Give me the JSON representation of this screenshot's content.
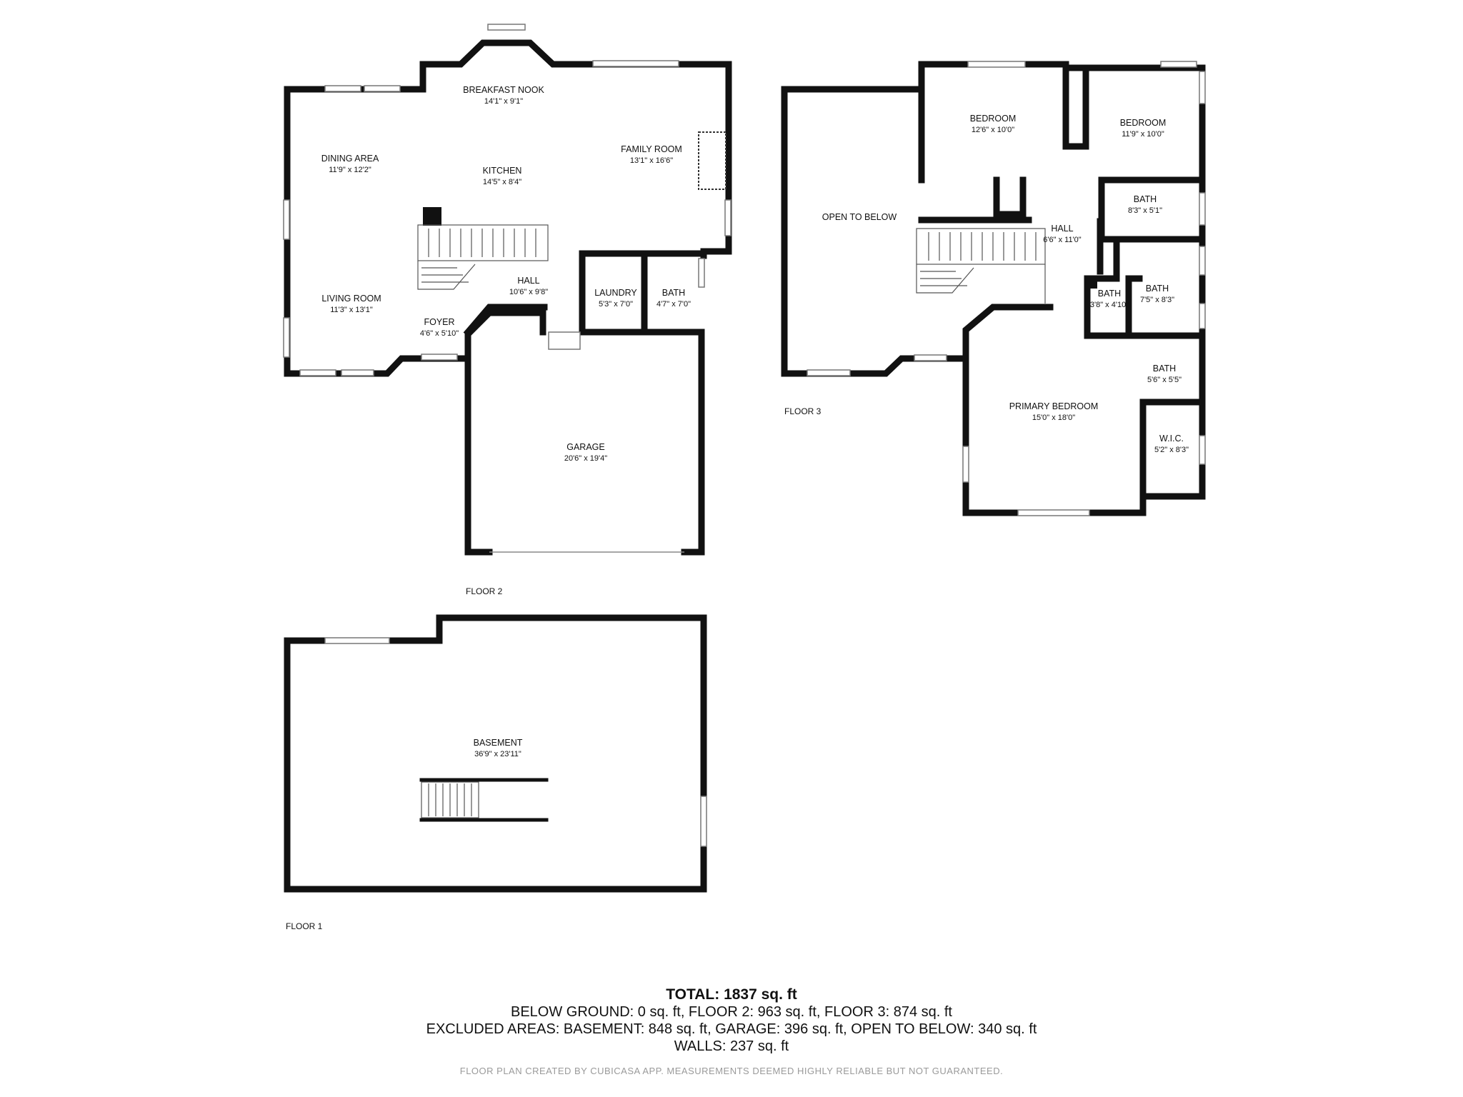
{
  "floors": [
    {
      "label": "FLOOR 2",
      "rooms": [
        {
          "name": "BREAKFAST NOOK",
          "dims": "14'1\" x 9'1\""
        },
        {
          "name": "DINING AREA",
          "dims": "11'9\" x 12'2\""
        },
        {
          "name": "KITCHEN",
          "dims": "14'5\" x 8'4\""
        },
        {
          "name": "FAMILY ROOM",
          "dims": "13'1\" x 16'6\""
        },
        {
          "name": "HALL",
          "dims": "10'6\" x 9'8\""
        },
        {
          "name": "LIVING ROOM",
          "dims": "11'3\" x 13'1\""
        },
        {
          "name": "FOYER",
          "dims": "4'6\" x 5'10\""
        },
        {
          "name": "LAUNDRY",
          "dims": "5'3\" x 7'0\""
        },
        {
          "name": "BATH",
          "dims": "4'7\" x 7'0\""
        },
        {
          "name": "GARAGE",
          "dims": "20'6\" x 19'4\""
        }
      ]
    },
    {
      "label": "FLOOR 3",
      "rooms": [
        {
          "name": "OPEN TO BELOW",
          "dims": ""
        },
        {
          "name": "BEDROOM",
          "dims": "12'6\" x 10'0\""
        },
        {
          "name": "BEDROOM",
          "dims": "11'9\" x 10'0\""
        },
        {
          "name": "BATH",
          "dims": "8'3\" x 5'1\""
        },
        {
          "name": "HALL",
          "dims": "6'6\" x 11'0\""
        },
        {
          "name": "BATH",
          "dims": "7'5\" x 8'3\""
        },
        {
          "name": "BATH",
          "dims": "3'8\" x 4'10\""
        },
        {
          "name": "BATH",
          "dims": "5'6\" x 5'5\""
        },
        {
          "name": "PRIMARY BEDROOM",
          "dims": "15'0\" x 18'0\""
        },
        {
          "name": "W.I.C.",
          "dims": "5'2\" x 8'3\""
        }
      ]
    },
    {
      "label": "FLOOR 1",
      "rooms": [
        {
          "name": "BASEMENT",
          "dims": "36'9\" x 23'11\""
        }
      ]
    }
  ],
  "summary": {
    "total": "TOTAL: 1837 sq. ft",
    "line1": "BELOW GROUND: 0 sq. ft, FLOOR 2: 963 sq. ft, FLOOR 3: 874 sq. ft",
    "line2": "EXCLUDED AREAS: BASEMENT: 848 sq. ft, GARAGE: 396 sq. ft, OPEN TO BELOW: 340 sq. ft",
    "line3": "WALLS: 237 sq. ft",
    "footer": "FLOOR PLAN CREATED BY CUBICASA APP. MEASUREMENTS DEEMED HIGHLY RELIABLE BUT NOT GUARANTEED."
  },
  "colors": {
    "wall": "#111111",
    "window": "#777777",
    "footer_text": "#9a9a9a"
  }
}
